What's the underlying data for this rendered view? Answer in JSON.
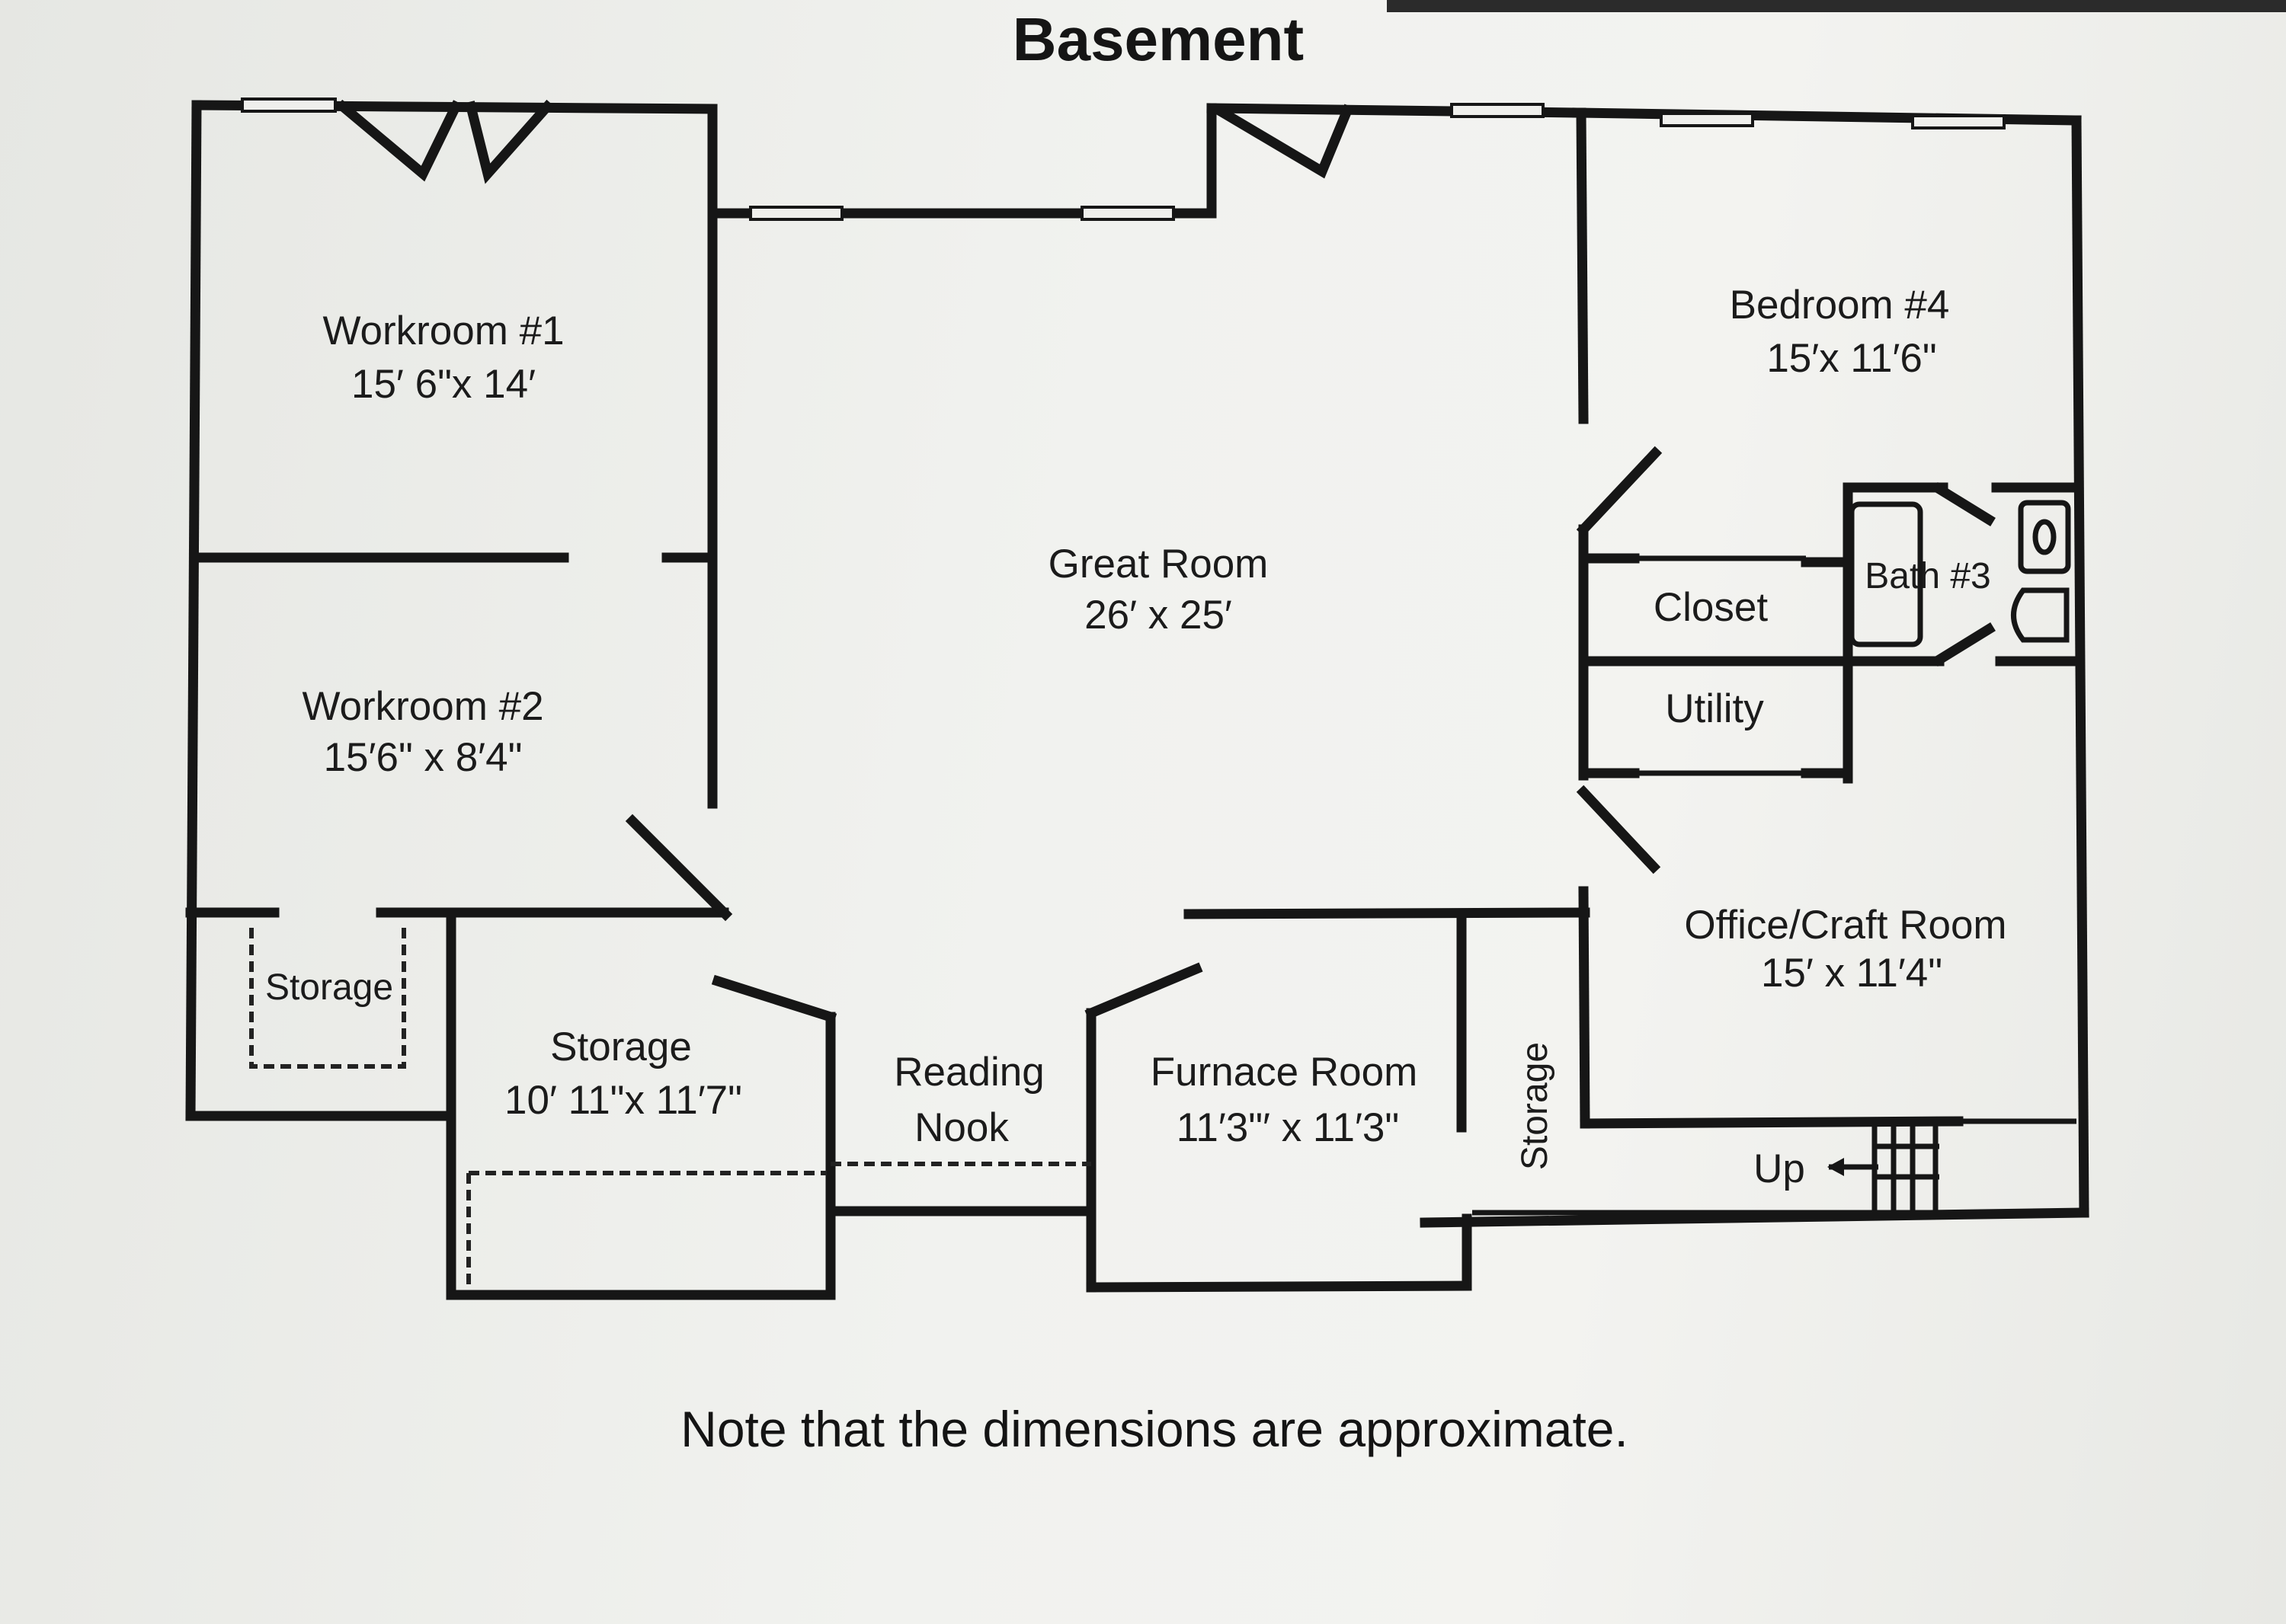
{
  "title": "Basement",
  "note": "Note that the dimensions are approximate.",
  "rooms": {
    "workroom1": {
      "name": "Workroom #1",
      "dims": "15′ 6\"x 14′"
    },
    "workroom2": {
      "name": "Workroom #2",
      "dims": "15′6\" x 8′4\""
    },
    "great_room": {
      "name": "Great Room",
      "dims": "26′ x 25′"
    },
    "bedroom4": {
      "name": "Bedroom #4",
      "dims": "15′x 11′6\""
    },
    "closet": {
      "name": "Closet"
    },
    "bath3": {
      "name": "Bath #3"
    },
    "utility": {
      "name": "Utility"
    },
    "office": {
      "name": "Office/Craft Room",
      "dims": "15′ x 11′4\""
    },
    "storage_small": {
      "name": "Storage"
    },
    "storage_main": {
      "name": "Storage",
      "dims": "10′ 11\"x 11′7\""
    },
    "reading_nook": {
      "line1": "Reading",
      "line2": "Nook"
    },
    "furnace": {
      "name": "Furnace Room",
      "dims": "11′3\"′ x 11′3\""
    },
    "storage_vertical": {
      "name": "Storage"
    },
    "stairs": {
      "label": "Up"
    }
  }
}
